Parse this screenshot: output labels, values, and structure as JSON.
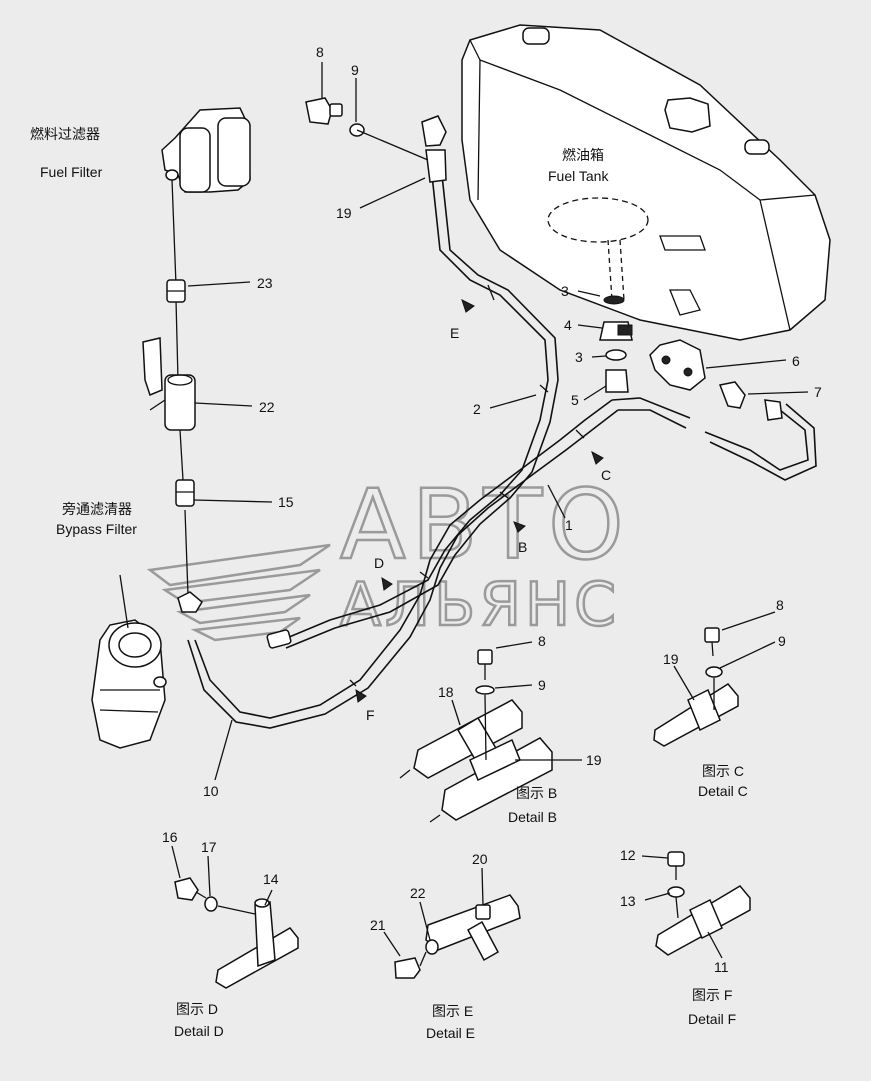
{
  "labels": {
    "fuel_filter_cn": "燃料过滤器",
    "fuel_filter_en": "Fuel Filter",
    "fuel_tank_cn": "燃油箱",
    "fuel_tank_en": "Fuel Tank",
    "bypass_filter_cn": "旁通滤清器",
    "bypass_filter_en": "Bypass Filter",
    "detail_b_cn": "图示 B",
    "detail_b_en": "Detail B",
    "detail_c_cn": "图示 C",
    "detail_c_en": "Detail C",
    "detail_d_cn": "图示 D",
    "detail_d_en": "Detail D",
    "detail_e_cn": "图示 E",
    "detail_e_en": "Detail E",
    "detail_f_cn": "图示 F",
    "detail_f_en": "Detail F"
  },
  "view_arrows": {
    "b": "B",
    "c": "C",
    "d": "D",
    "e": "E",
    "f": "F"
  },
  "watermark": {
    "line1": "АВТО",
    "line2": "АЛЬЯНС"
  },
  "callouts": {
    "main_8": "8",
    "main_9": "9",
    "main_19": "19",
    "main_23": "23",
    "main_22": "22",
    "main_15": "15",
    "main_10": "10",
    "main_2": "2",
    "main_1": "1",
    "main_3a": "3",
    "main_4": "4",
    "main_3b": "3",
    "main_5": "5",
    "main_6": "6",
    "main_7": "7",
    "b_8": "8",
    "b_9": "9",
    "b_18": "18",
    "b_19": "19",
    "c_8": "8",
    "c_9": "9",
    "c_19": "19",
    "d_16": "16",
    "d_17": "17",
    "d_14": "14",
    "e_20": "20",
    "e_22": "22",
    "e_21": "21",
    "f_12": "12",
    "f_13": "13",
    "f_11": "11"
  }
}
